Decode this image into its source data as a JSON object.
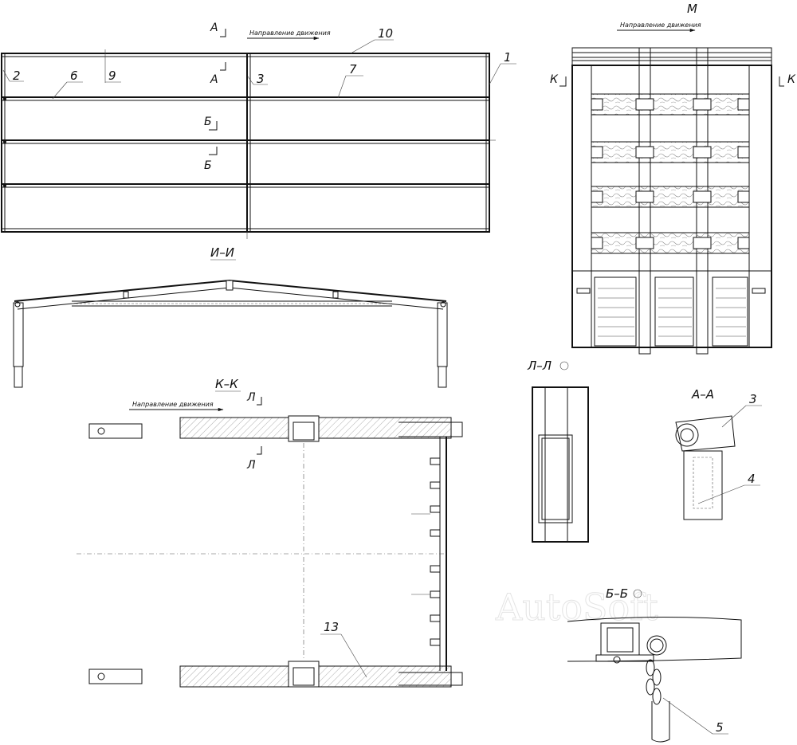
{
  "labels": {
    "direction": "Направление движения",
    "section_A": "А",
    "section_B": "Б",
    "section_K": "К",
    "section_L": "Л",
    "view_M": "М",
    "title_II": "И–И",
    "title_KK": "К–К",
    "title_LL": "Л–Л",
    "title_AA": "А–А",
    "title_BB": "Б–Б",
    "watermark": "AutoSoft"
  },
  "callouts": {
    "n1": "1",
    "n2": "2",
    "n3": "3",
    "n4": "4",
    "n5": "5",
    "n6": "6",
    "n7": "7",
    "n9": "9",
    "n10": "10",
    "n13": "13"
  }
}
